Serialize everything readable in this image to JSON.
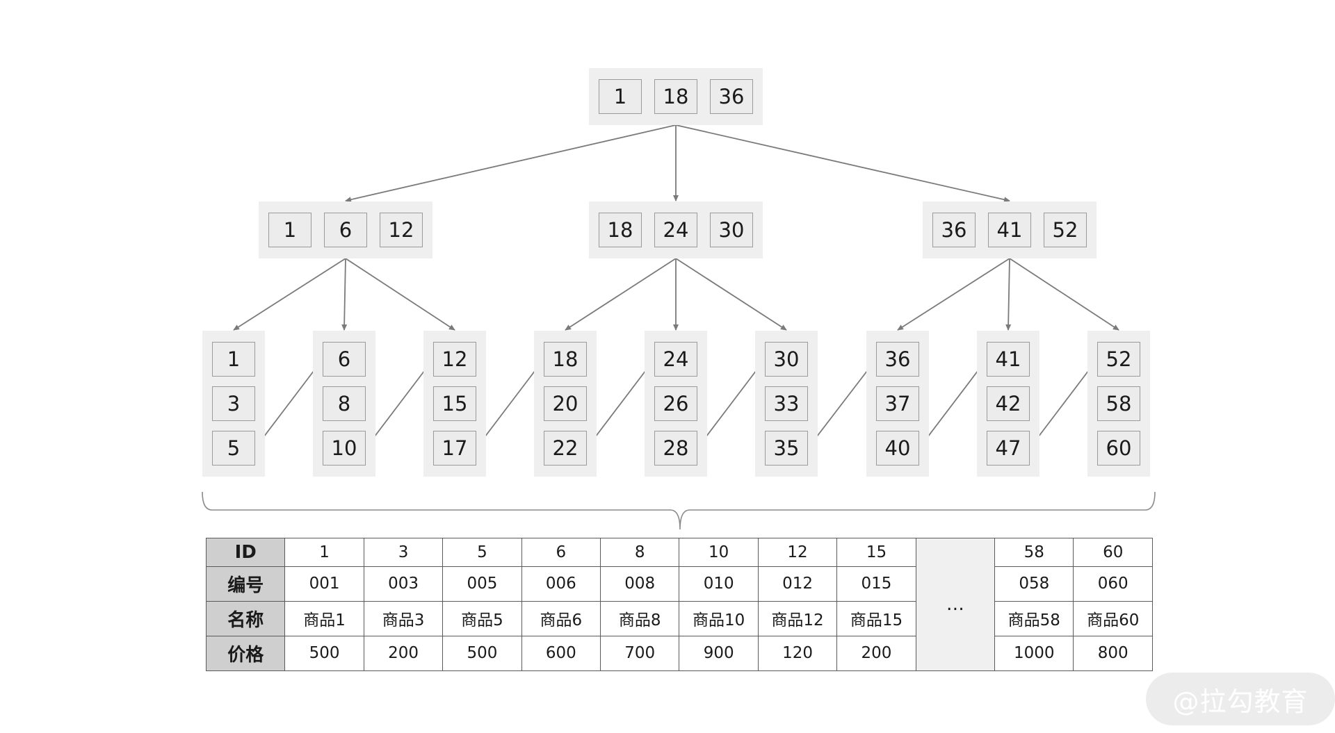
{
  "tree": {
    "root": {
      "keys": [
        "1",
        "18",
        "36"
      ]
    },
    "internal": [
      {
        "keys": [
          "1",
          "6",
          "12"
        ]
      },
      {
        "keys": [
          "18",
          "24",
          "30"
        ]
      },
      {
        "keys": [
          "36",
          "41",
          "52"
        ]
      }
    ],
    "leaves": [
      {
        "keys": [
          "1",
          "3",
          "5"
        ]
      },
      {
        "keys": [
          "6",
          "8",
          "10"
        ]
      },
      {
        "keys": [
          "12",
          "15",
          "17"
        ]
      },
      {
        "keys": [
          "18",
          "20",
          "22"
        ]
      },
      {
        "keys": [
          "24",
          "26",
          "28"
        ]
      },
      {
        "keys": [
          "30",
          "33",
          "35"
        ]
      },
      {
        "keys": [
          "36",
          "37",
          "40"
        ]
      },
      {
        "keys": [
          "41",
          "42",
          "47"
        ]
      },
      {
        "keys": [
          "52",
          "58",
          "60"
        ]
      }
    ]
  },
  "table": {
    "row_headers": [
      "ID",
      "编号",
      "名称",
      "价格"
    ],
    "columns": [
      {
        "id": "1",
        "code": "001",
        "name": "商品1",
        "price": "500"
      },
      {
        "id": "3",
        "code": "003",
        "name": "商品3",
        "price": "200"
      },
      {
        "id": "5",
        "code": "005",
        "name": "商品5",
        "price": "500"
      },
      {
        "id": "6",
        "code": "006",
        "name": "商品6",
        "price": "600"
      },
      {
        "id": "8",
        "code": "008",
        "name": "商品8",
        "price": "700"
      },
      {
        "id": "10",
        "code": "010",
        "name": "商品10",
        "price": "900"
      },
      {
        "id": "12",
        "code": "012",
        "name": "商品12",
        "price": "120"
      },
      {
        "id": "15",
        "code": "015",
        "name": "商品15",
        "price": "200"
      }
    ],
    "ellipsis": "…",
    "tail_columns": [
      {
        "id": "58",
        "code": "058",
        "name": "商品58",
        "price": "1000"
      },
      {
        "id": "60",
        "code": "060",
        "name": "商品60",
        "price": "800"
      }
    ]
  },
  "watermark": {
    "text": "@拉勾教育"
  },
  "colors": {
    "edge": "#7a7a7a",
    "node_bg": "#efefef",
    "key_box": "#ececec",
    "header_cell": "#cfcfcf"
  }
}
